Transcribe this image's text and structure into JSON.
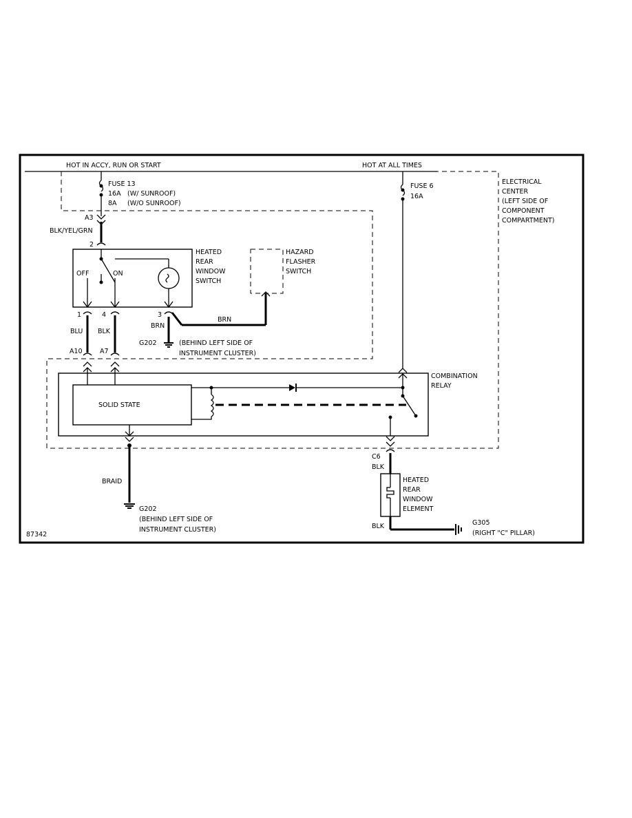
{
  "labels": {
    "hot_accy": "HOT IN ACCY, RUN OR START",
    "hot_all": "HOT AT ALL TIMES",
    "fuse13": "FUSE 13",
    "fuse13_a1": "16A",
    "fuse13_n1": "(W/ SUNROOF)",
    "fuse13_a2": "8A",
    "fuse13_n2": "(W/O SUNROOF)",
    "fuse6": "FUSE 6",
    "fuse6_a": "16A",
    "ec": [
      "ELECTRICAL",
      "CENTER",
      "(LEFT SIDE OF",
      "COMPONENT",
      "COMPARTMENT)"
    ],
    "a3": "A3",
    "blk_yel_grn": "BLK/YEL/GRN",
    "pin2": "2",
    "switch": [
      "HEATED",
      "REAR",
      "WINDOW",
      "SWITCH"
    ],
    "off": "OFF",
    "on": "ON",
    "hazard": [
      "HAZARD",
      "FLASHER",
      "SWITCH"
    ],
    "pin1": "1",
    "pin4": "4",
    "pin3": "3",
    "brn1": "BRN",
    "brn2": "BRN",
    "blu": "BLU",
    "blk1": "BLK",
    "g202a": "G202",
    "g202a_n1": "(BEHIND LEFT SIDE OF",
    "g202a_n2": "INSTRUMENT CLUSTER)",
    "a10": "A10",
    "a7": "A7",
    "relay": [
      "COMBINATION",
      "RELAY"
    ],
    "solid_state": "SOLID STATE",
    "braid": "BRAID",
    "g202b": "G202",
    "g202b_n1": "(BEHIND LEFT SIDE OF",
    "g202b_n2": "INSTRUMENT CLUSTER)",
    "c6": "C6",
    "blk2": "BLK",
    "element": [
      "HEATED",
      "REAR",
      "WINDOW",
      "ELEMENT"
    ],
    "blk3": "BLK",
    "g305": "G305",
    "g305_n": "(RIGHT \"C\" PILLAR)",
    "fig": "87342"
  }
}
